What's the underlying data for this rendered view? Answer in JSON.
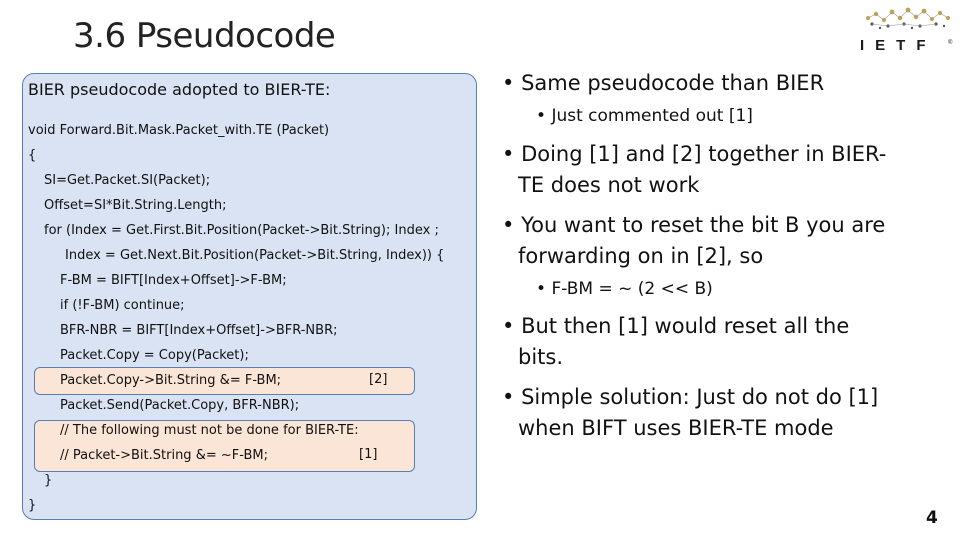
{
  "slide": {
    "title": "3.6 Pseudocode",
    "page_number": "4"
  },
  "logo": {
    "text": "IETF",
    "registered": "®"
  },
  "panel": {
    "heading": "BIER pseudocode adopted to BIER-TE:",
    "lines": [
      "void Forward.Bit.Mask.Packet_with.TE (Packet)",
      "{",
      "SI=Get.Packet.SI(Packet);",
      "Offset=SI*Bit.String.Length;",
      "for (Index = Get.First.Bit.Position(Packet->Bit.String); Index ;",
      "Index = Get.Next.Bit.Position(Packet->Bit.String, Index)) {",
      "F-BM = BIFT[Index+Offset]->F-BM;",
      "if (!F-BM) continue;",
      "BFR-NBR = BIFT[Index+Offset]->BFR-NBR;",
      "Packet.Copy = Copy(Packet);",
      "Packet.Copy->Bit.String &= F-BM;",
      "Packet.Send(Packet.Copy, BFR-NBR);",
      "// The following must not be done for BIER-TE:",
      "// Packet->Bit.String &= ~F-BM;",
      "}",
      "}"
    ],
    "tag2": "[2]",
    "tag1": "[1]"
  },
  "bullets": {
    "b1": "Same pseudocode than BIER",
    "b1a": "Just commented out [1]",
    "b2_line1": "Doing [1] and [2] together in BIER-",
    "b2_line2": "TE does not work",
    "b3_line1": "You want to reset the bit B you are",
    "b3_line2": "forwarding on in [2], so",
    "b3a": "F-BM = ~ (2 << B)",
    "b4_line1": "But then [1] would reset all  the",
    "b4_line2": "bits.",
    "b5_line1": "Simple solution: Just do not do [1]",
    "b5_line2": "when BIFT uses BIER-TE mode"
  }
}
